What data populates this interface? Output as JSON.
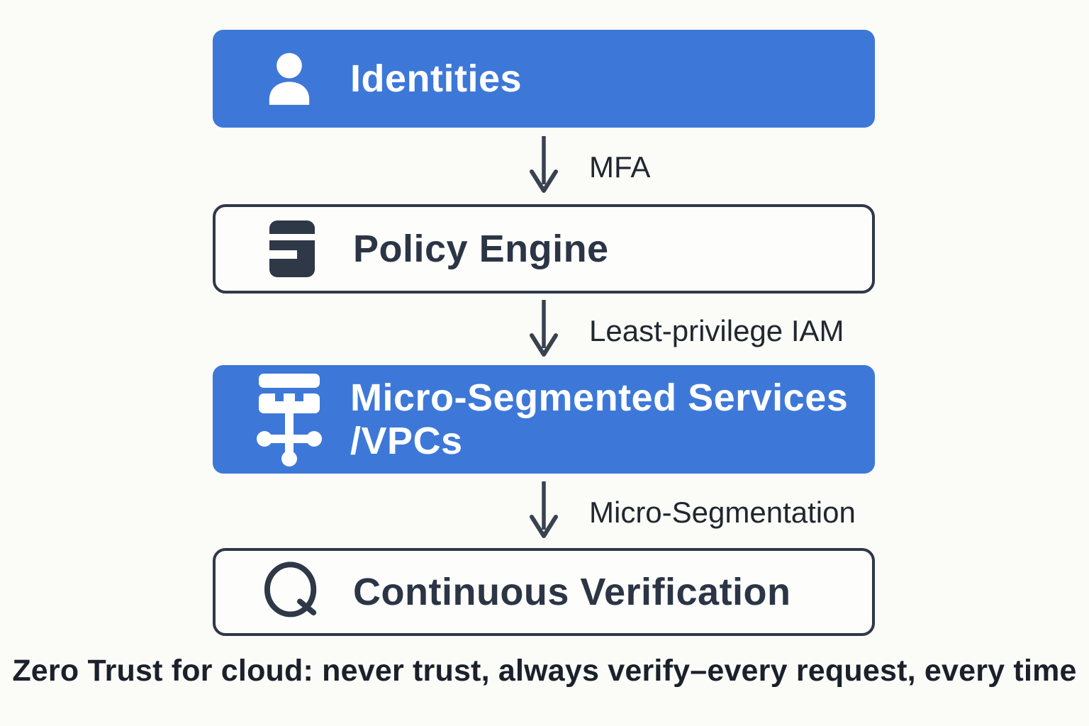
{
  "diagram": {
    "nodes": [
      {
        "label": "Identities",
        "style": "blue",
        "icon": "user-icon"
      },
      {
        "label": "Policy Engine",
        "style": "outline",
        "icon": "policy-stack-icon"
      },
      {
        "label": "Micro-Segmented Services /VPCs",
        "style": "blue",
        "icon": "segmentation-icon"
      },
      {
        "label": "Continuous Verification",
        "style": "outline",
        "icon": "magnifier-icon"
      }
    ],
    "connectors": [
      {
        "label": "MFA"
      },
      {
        "label": "Least-privilege IAM"
      },
      {
        "label": "Micro-Segmentation"
      }
    ],
    "caption": "Zero Trust for cloud: never trust, always verify–every request, every time",
    "colors": {
      "blue": "#3d78d8",
      "outline_border": "#2e3847",
      "arrow": "#39424f",
      "text_dark": "#2b3545",
      "label_text": "#20272f",
      "caption_text": "#1a212b",
      "page_bg": "#fbfbf8",
      "box_bg": "#fdfdfc",
      "white": "#ffffff"
    }
  }
}
